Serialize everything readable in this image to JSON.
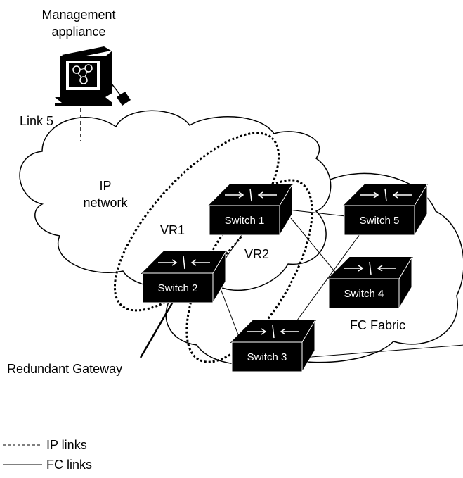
{
  "management": {
    "line1": "Management",
    "line2": "appliance"
  },
  "link5_label": "Link 5",
  "ip_network": {
    "line1": "IP",
    "line2": "network"
  },
  "vr1_label": "VR1",
  "vr2_label": "VR2",
  "fc_fabric_label": "FC Fabric",
  "redundant_gateway_label": "Redundant Gateway",
  "switches": {
    "s1": "Switch 1",
    "s2": "Switch 2",
    "s3": "Switch 3",
    "s4": "Switch 4",
    "s5": "Switch 5"
  },
  "legend": {
    "ip_links": "IP links",
    "fc_links": "FC links"
  }
}
